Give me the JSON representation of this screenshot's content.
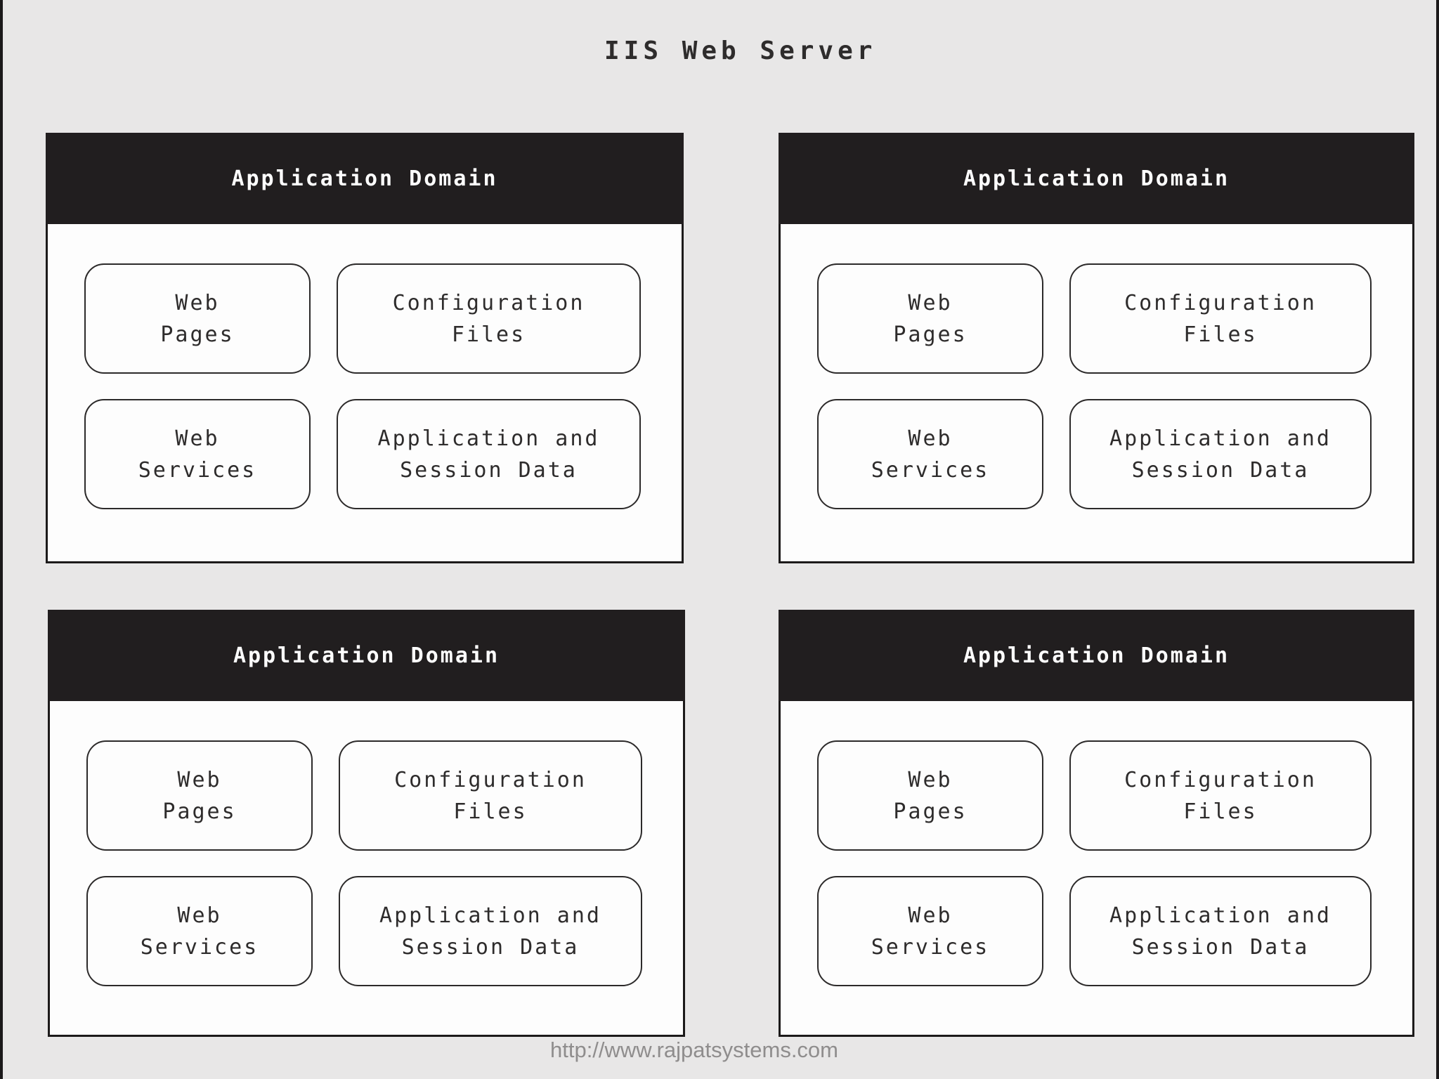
{
  "title": "IIS Web Server",
  "footer_url": "http://www.rajpatsystems.com",
  "colors": {
    "background": "#e8e7e7",
    "domain_header_bg": "#211e1f",
    "domain_header_text": "#ffffff",
    "domain_body_bg": "#fdfdfd",
    "border": "#1c1a1a",
    "title_text": "#2e2c2c",
    "url_text": "#8f8d8d"
  },
  "domains": [
    {
      "label": "Application Domain",
      "boxes": [
        {
          "text": "Web\nPages"
        },
        {
          "text": "Configuration\nFiles"
        },
        {
          "text": "Web\nServices"
        },
        {
          "text": "Application and\nSession Data"
        }
      ]
    },
    {
      "label": "Application Domain",
      "boxes": [
        {
          "text": "Web\nPages"
        },
        {
          "text": "Configuration\nFiles"
        },
        {
          "text": "Web\nServices"
        },
        {
          "text": "Application and\nSession Data"
        }
      ]
    },
    {
      "label": "Application Domain",
      "boxes": [
        {
          "text": "Web\nPages"
        },
        {
          "text": "Configuration\nFiles"
        },
        {
          "text": "Web\nServices"
        },
        {
          "text": "Application and\nSession Data"
        }
      ]
    },
    {
      "label": "Application Domain",
      "boxes": [
        {
          "text": "Web\nPages"
        },
        {
          "text": "Configuration\nFiles"
        },
        {
          "text": "Web\nServices"
        },
        {
          "text": "Application and\nSession Data"
        }
      ]
    }
  ]
}
